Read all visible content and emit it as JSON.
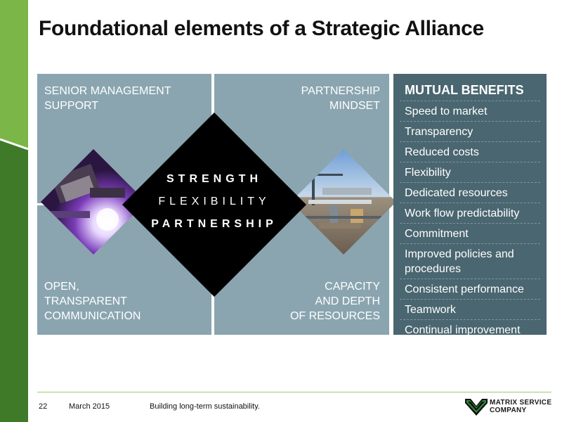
{
  "slide": {
    "title": "Foundational elements of a Strategic Alliance"
  },
  "quadrants": {
    "top_left": [
      "SENIOR MANAGEMENT",
      "SUPPORT"
    ],
    "top_right": [
      "PARTNERSHIP",
      "MINDSET"
    ],
    "bottom_left": [
      "OPEN,",
      "TRANSPARENT",
      "COMMUNICATION"
    ],
    "bottom_right": [
      "CAPACITY",
      "AND DEPTH",
      "OF RESOURCES"
    ]
  },
  "diamond": {
    "words": [
      "STRENGTH",
      "FLEXIBILITY",
      "PARTNERSHIP"
    ]
  },
  "photos": {
    "left_icon": "welding-photo",
    "right_icon": "industrial-site-photo"
  },
  "benefits": {
    "title": "MUTUAL BENEFITS",
    "items": [
      "Speed to market",
      "Transparency",
      "Reduced costs",
      "Flexibility",
      "Dedicated resources",
      "Work flow predictability",
      "Commitment",
      "Improved policies and procedures",
      "Consistent performance",
      "Teamwork",
      "Continual improvement"
    ]
  },
  "footer": {
    "page": "22",
    "date": "March 2015",
    "tagline": "Building long-term sustainability.",
    "logo_line1": "MATRIX SERVICE",
    "logo_line2": "COMPANY"
  },
  "colors": {
    "quadrant": "#8aa5b0",
    "benefits_panel": "#4a6670",
    "band_light_green": "#7ab648",
    "band_dark_green": "#3f7a28"
  }
}
